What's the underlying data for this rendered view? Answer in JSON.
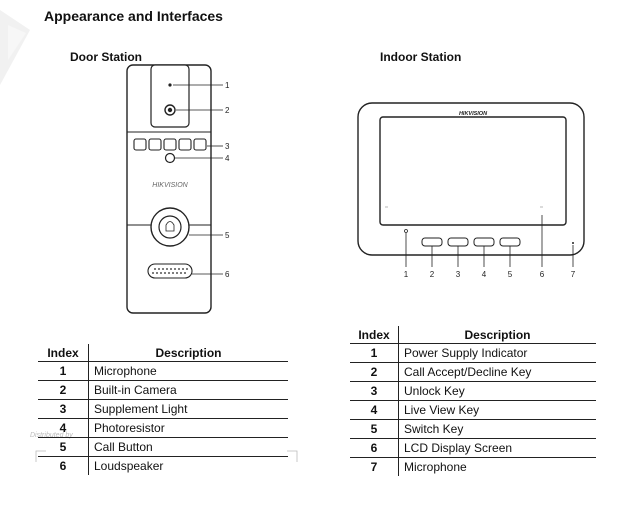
{
  "section_title": "Appearance and Interfaces",
  "door_station": {
    "title": "Door Station",
    "brand": "HIKVISION",
    "callouts": [
      "1",
      "2",
      "3",
      "4",
      "5",
      "6"
    ]
  },
  "indoor_station": {
    "title": "Indoor Station",
    "brand": "HIKVISION",
    "callouts": [
      "1",
      "2",
      "3",
      "4",
      "5",
      "6",
      "7"
    ]
  },
  "watermark_text": "Distributed by",
  "door_table": {
    "headers": [
      "Index",
      "Description"
    ],
    "rows": [
      {
        "index": "1",
        "description": "Microphone"
      },
      {
        "index": "2",
        "description": "Built-in Camera"
      },
      {
        "index": "3",
        "description": "Supplement Light"
      },
      {
        "index": "4",
        "description": "Photoresistor"
      },
      {
        "index": "5",
        "description": "Call Button"
      },
      {
        "index": "6",
        "description": "Loudspeaker"
      }
    ]
  },
  "indoor_table": {
    "headers": [
      "Index",
      "Description"
    ],
    "rows": [
      {
        "index": "1",
        "description": "Power Supply Indicator"
      },
      {
        "index": "2",
        "description": "Call Accept/Decline Key"
      },
      {
        "index": "3",
        "description": "Unlock Key"
      },
      {
        "index": "4",
        "description": "Live View Key"
      },
      {
        "index": "5",
        "description": "Switch Key"
      },
      {
        "index": "6",
        "description": "LCD Display Screen"
      },
      {
        "index": "7",
        "description": "Microphone"
      }
    ]
  }
}
